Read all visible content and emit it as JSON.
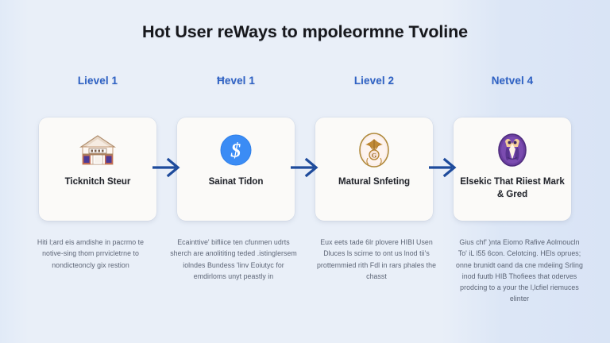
{
  "page": {
    "title": "Hot User reWays to mpoleormne Tvoline",
    "background_color": "#e9eff8",
    "accent_color": "#2f62c4",
    "arrow_color": "#1e4b9c",
    "card_background": "#fbfaf8"
  },
  "steps": [
    {
      "step_label": "Lievel 1",
      "card_title": "Ticknitch Steur",
      "icon": "storefront-icon",
      "description": "Hiti l;ard eis amdishe in pacrmo te notive-sing thom prrvicletrne to nondicteoncly gix restion"
    },
    {
      "step_label": "Ħevel 1",
      "card_title": "Sainat Tidon",
      "icon": "dollar-circle-icon",
      "description": "Ecainttive' bifliice ten cfunmen udrts sherch are anolititing teded .istinglersem iolndes Bundess 'linv Eoiutyc for emdirloms unyt peastly in"
    },
    {
      "step_label": "Lievel 2",
      "card_title": "Matural Snfeting",
      "icon": "gold-badge-icon",
      "description": "Eux eets tade 6lr plovere HIBI Usen Dluces ls scirne to ont us lnod tii's prottemmied rith Fdl in rars phales the chasst"
    },
    {
      "step_label": "Netvel 4",
      "card_title": "Elsekic That Riiest Mark & Gred",
      "icon": "purple-badge-icon",
      "description": "Gius chf' )nta Eiomo Rafive Aolmoucln To' iL l55 6con. Celotcing. HEls oprues; onne brunidt oand da cne mdeiing Srling inod fuutb HIB Thofiees that oderves prodcing to a your the l,lcfiel riemuces elinter"
    }
  ],
  "arrows": [
    {
      "name": "arrow-step-1-to-2"
    },
    {
      "name": "arrow-step-2-to-3"
    },
    {
      "name": "arrow-step-3-to-4"
    }
  ]
}
